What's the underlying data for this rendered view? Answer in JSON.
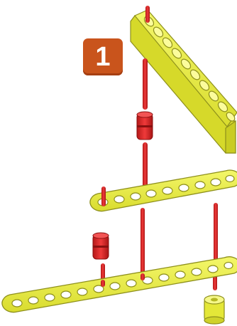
{
  "step": {
    "number": "1"
  },
  "icons": {
    "step": "step-number-badge",
    "parts": [
      "yellow-brick-1x10",
      "yellow-liftarm-9-holes",
      "yellow-liftarm-13-holes",
      "red-axle-pin",
      "red-bushing",
      "yellow-bushing"
    ]
  },
  "colors": {
    "badge": "#c9541c",
    "yellow_part": "#eef24a",
    "yellow_outline": "#9a9c20",
    "red_part": "#e32a2a",
    "red_dark": "#a81515"
  }
}
